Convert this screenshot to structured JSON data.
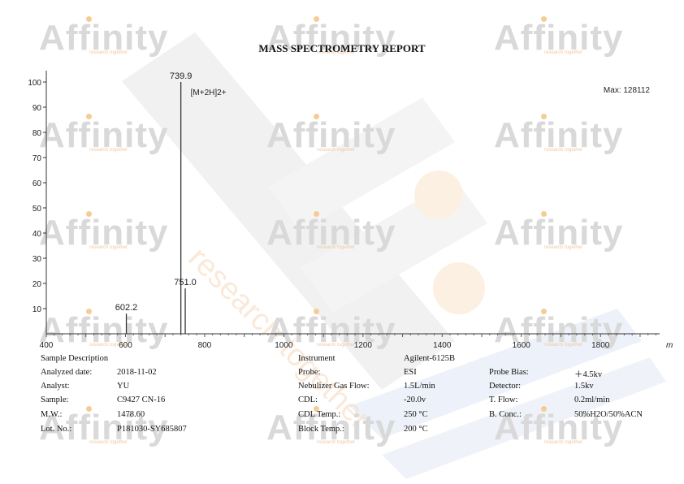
{
  "report_title": "MASS SPECTROMETRY REPORT",
  "watermark": {
    "brand": "Affinity",
    "tagline": "research together",
    "diagonal_text": "research together"
  },
  "chart_data": {
    "type": "bar",
    "subtype": "mass-spectrum",
    "xlim": [
      400,
      2000
    ],
    "ylim": [
      0,
      100
    ],
    "x_ticks": [
      400,
      600,
      800,
      1000,
      1200,
      1400,
      1600,
      1800
    ],
    "y_ticks": [
      10,
      20,
      30,
      40,
      50,
      60,
      70,
      80,
      90,
      100
    ],
    "x_unit_label": "m",
    "max_label": "Max: 128112",
    "peaks": [
      {
        "mz": 602.2,
        "intensity": 8,
        "label": "602.2"
      },
      {
        "mz": 739.9,
        "intensity": 100,
        "label": "739.9",
        "annotation": "[M+2H]2+"
      },
      {
        "mz": 751.0,
        "intensity": 18,
        "label": "751.0"
      }
    ]
  },
  "sample": {
    "heading": "Sample Description",
    "rows": [
      {
        "label": "Analyzed date:",
        "value": "2018-11-02"
      },
      {
        "label": "Analyst:",
        "value": "YU"
      },
      {
        "label": "Sample:",
        "value": "C9427 CN-16"
      },
      {
        "label": "M.W.:",
        "value": "1478.60"
      },
      {
        "label": "Lot. No.:",
        "value": "P181030-SY685807"
      }
    ]
  },
  "instrument": {
    "heading": "Instrument",
    "model": "Agilent-6125B",
    "rows": [
      {
        "label": "Probe:",
        "value": "ESI"
      },
      {
        "label": "Nebulizer Gas Flow:",
        "value": "1.5L/min"
      },
      {
        "label": "CDL:",
        "value": "-20.0v"
      },
      {
        "label": "CDL Temp.:",
        "value": "250 °C"
      },
      {
        "label": "Block Temp.:",
        "value": "200 °C"
      }
    ],
    "right_rows": [
      {
        "label": "Probe Bias:",
        "value": "＋4.5kv"
      },
      {
        "label": "Detector:",
        "value": "1.5kv"
      },
      {
        "label": "T. Flow:",
        "value": "0.2ml/min"
      },
      {
        "label": "B. Conc.:",
        "value": "50%H2O/50%ACN"
      }
    ]
  }
}
